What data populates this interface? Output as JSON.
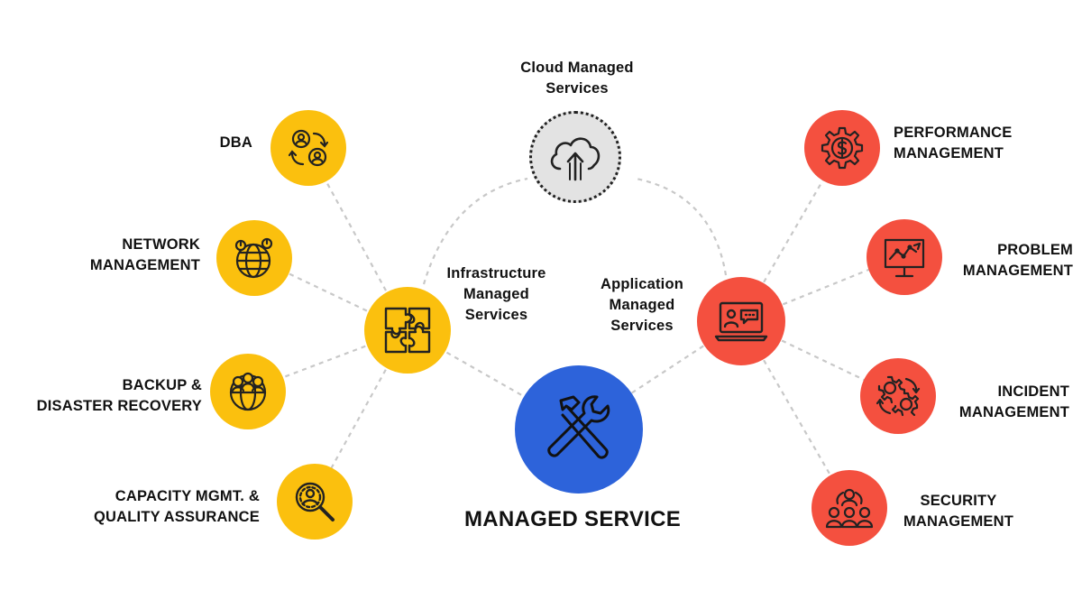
{
  "title": "MANAGED SERVICE",
  "hubs": {
    "cloud": {
      "line1": "Cloud Managed",
      "line2": "Services",
      "icon": "cloud-upload-icon"
    },
    "infrastructure": {
      "line1": "Infrastructure",
      "line2": "Managed",
      "line3": "Services",
      "icon": "puzzle-icon"
    },
    "application": {
      "line1": "Application",
      "line2": "Managed",
      "line3": "Services",
      "icon": "laptop-chat-icon"
    },
    "core": {
      "icon": "tools-icon"
    }
  },
  "infrastructure_items": [
    {
      "line1": "DBA",
      "line2": "",
      "icon": "users-cycle-icon"
    },
    {
      "line1": "NETWORK",
      "line2": "MANAGEMENT",
      "icon": "globe-users-icon"
    },
    {
      "line1": "BACKUP &",
      "line2": "DISASTER RECOVERY",
      "icon": "globe-people-icon"
    },
    {
      "line1": "CAPACITY MGMT. &",
      "line2": "QUALITY ASSURANCE",
      "icon": "magnifier-user-icon"
    }
  ],
  "application_items": [
    {
      "line1": "PERFORMANCE",
      "line2": "MANAGEMENT",
      "icon": "gear-dollar-icon"
    },
    {
      "line1": "PROBLEM",
      "line2": "MANAGEMENT",
      "icon": "monitor-chart-icon"
    },
    {
      "line1": "INCIDENT",
      "line2": "MANAGEMENT",
      "icon": "gears-cycle-icon"
    },
    {
      "line1": "SECURITY",
      "line2": "MANAGEMENT",
      "icon": "team-icon"
    }
  ],
  "colors": {
    "infrastructure": "#FBC00E",
    "application": "#F4503F",
    "core": "#2D63DA",
    "cloud": "#E3E3E3",
    "connector": "#C8C8C8"
  }
}
